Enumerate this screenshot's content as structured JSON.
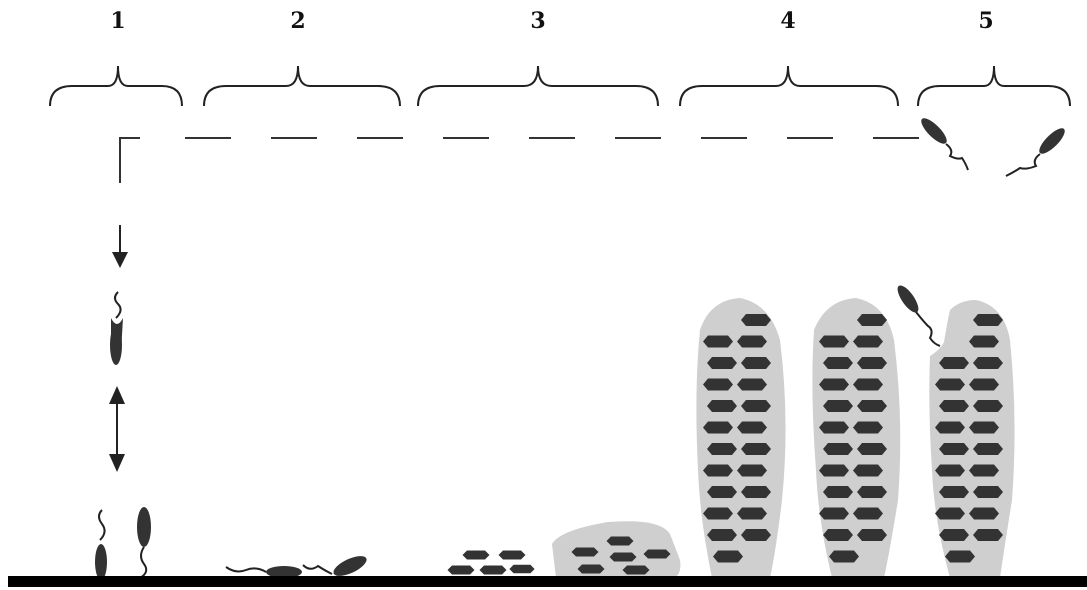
{
  "stages": [
    {
      "label": "1"
    },
    {
      "label": "2"
    },
    {
      "label": "3"
    },
    {
      "label": "4"
    },
    {
      "label": "5"
    }
  ],
  "colors": {
    "cell": "#333333",
    "matrix": "#cfcfcf",
    "line": "#222222",
    "background": "#ffffff"
  },
  "icons": [
    "curly-brace-icon",
    "flagellated-bacterium-icon",
    "arrow-down-icon",
    "double-arrow-icon",
    "biofilm-matrix-icon"
  ]
}
